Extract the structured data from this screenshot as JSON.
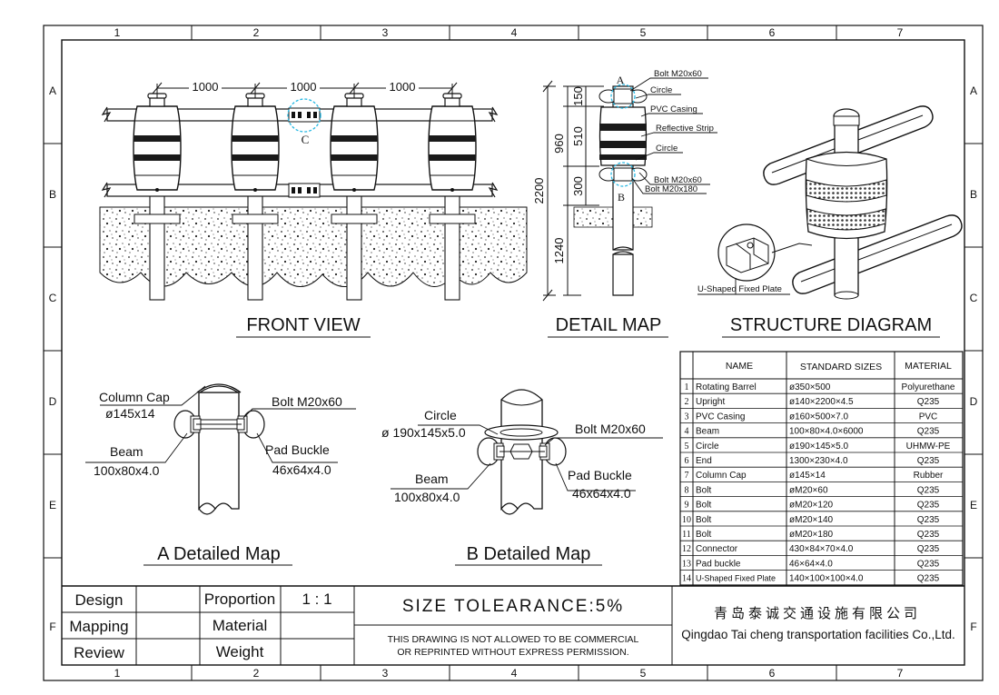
{
  "grid": {
    "columns": [
      "1",
      "2",
      "3",
      "4",
      "5",
      "6",
      "7"
    ],
    "rows": [
      "A",
      "B",
      "C",
      "D",
      "E",
      "F"
    ]
  },
  "front_view": {
    "title": "FRONT VIEW",
    "spacing": [
      "1000",
      "1000",
      "1000"
    ],
    "marker": "C"
  },
  "detail_map": {
    "title": "DETAIL MAP",
    "dims": {
      "total": "2200",
      "upper": "960",
      "d150": "150",
      "d510": "510",
      "d300": "300",
      "lower": "1240"
    },
    "markers": {
      "a": "A",
      "b": "B"
    },
    "callouts": [
      "Bolt  M20x60",
      "Circle",
      "PVC Casing",
      "Reflective Strip",
      "Circle",
      "Bolt  M20x60",
      "Bolt  M20x180"
    ]
  },
  "structure_diagram": {
    "title": "STRUCTURE DIAGRAM",
    "plate_label": "U-Shaped Fixed Plate"
  },
  "detail_a": {
    "title": "A Detailed Map",
    "column_cap": "Column Cap",
    "column_cap_size": "ø145x14",
    "bolt": "Bolt  M20x60",
    "beam": "Beam",
    "beam_size": "100x80x4.0",
    "pad": "Pad Buckle",
    "pad_size": "46x64x4.0"
  },
  "detail_b": {
    "title": "B Detailed Map",
    "circle": "Circle",
    "circle_size": "ø 190x145x5.0",
    "bolt": "Bolt  M20x60",
    "beam": "Beam",
    "beam_size": "100x80x4.0",
    "pad": "Pad Buckle",
    "pad_size": "46x64x4.0"
  },
  "parts_table": {
    "headers": [
      "NAME",
      "STANDARD SIZES",
      "MATERIAL"
    ],
    "rows": [
      {
        "no": "1",
        "name": "Rotating Barrel",
        "size": "ø350×500",
        "material": "Polyurethane"
      },
      {
        "no": "2",
        "name": "Upright",
        "size": "ø140×2200×4.5",
        "material": "Q235"
      },
      {
        "no": "3",
        "name": "PVC Casing",
        "size": "ø160×500×7.0",
        "material": "PVC"
      },
      {
        "no": "4",
        "name": "Beam",
        "size": "100×80×4.0×6000",
        "material": "Q235"
      },
      {
        "no": "5",
        "name": "Circle",
        "size": "ø190×145×5.0",
        "material": "UHMW-PE"
      },
      {
        "no": "6",
        "name": "End",
        "size": "1300×230×4.0",
        "material": "Q235"
      },
      {
        "no": "7",
        "name": "Column Cap",
        "size": "ø145×14",
        "material": "Rubber"
      },
      {
        "no": "8",
        "name": "Bolt",
        "size": "øM20×60",
        "material": "Q235"
      },
      {
        "no": "9",
        "name": "Bolt",
        "size": "øM20×120",
        "material": "Q235"
      },
      {
        "no": "10",
        "name": "Bolt",
        "size": "øM20×140",
        "material": "Q235"
      },
      {
        "no": "11",
        "name": "Bolt",
        "size": "øM20×180",
        "material": "Q235"
      },
      {
        "no": "12",
        "name": "Connector",
        "size": "430×84×70×4.0",
        "material": "Q235"
      },
      {
        "no": "13",
        "name": "Pad buckle",
        "size": "46×64×4.0",
        "material": "Q235"
      },
      {
        "no": "14",
        "name": "U-Shaped Fixed Plate",
        "size": "140×100×100×4.0",
        "material": "Q235"
      }
    ]
  },
  "title_block": {
    "design": "Design",
    "mapping": "Mapping",
    "review": "Review",
    "proportion": "Proportion",
    "proportion_value": "1 : 1",
    "material": "Material",
    "weight": "Weight",
    "tolerance": "SIZE  TOLEARANCE:5%",
    "notice_1": "THIS DRAWING IS NOT ALLOWED TO BE COMMERCIAL",
    "notice_2": "OR REPRINTED WITHOUT EXPRESS PERMISSION.",
    "company_cn": "青岛泰诚交通设施有限公司",
    "company_en": "Qingdao Tai cheng transportation facilities Co.,Ltd."
  }
}
